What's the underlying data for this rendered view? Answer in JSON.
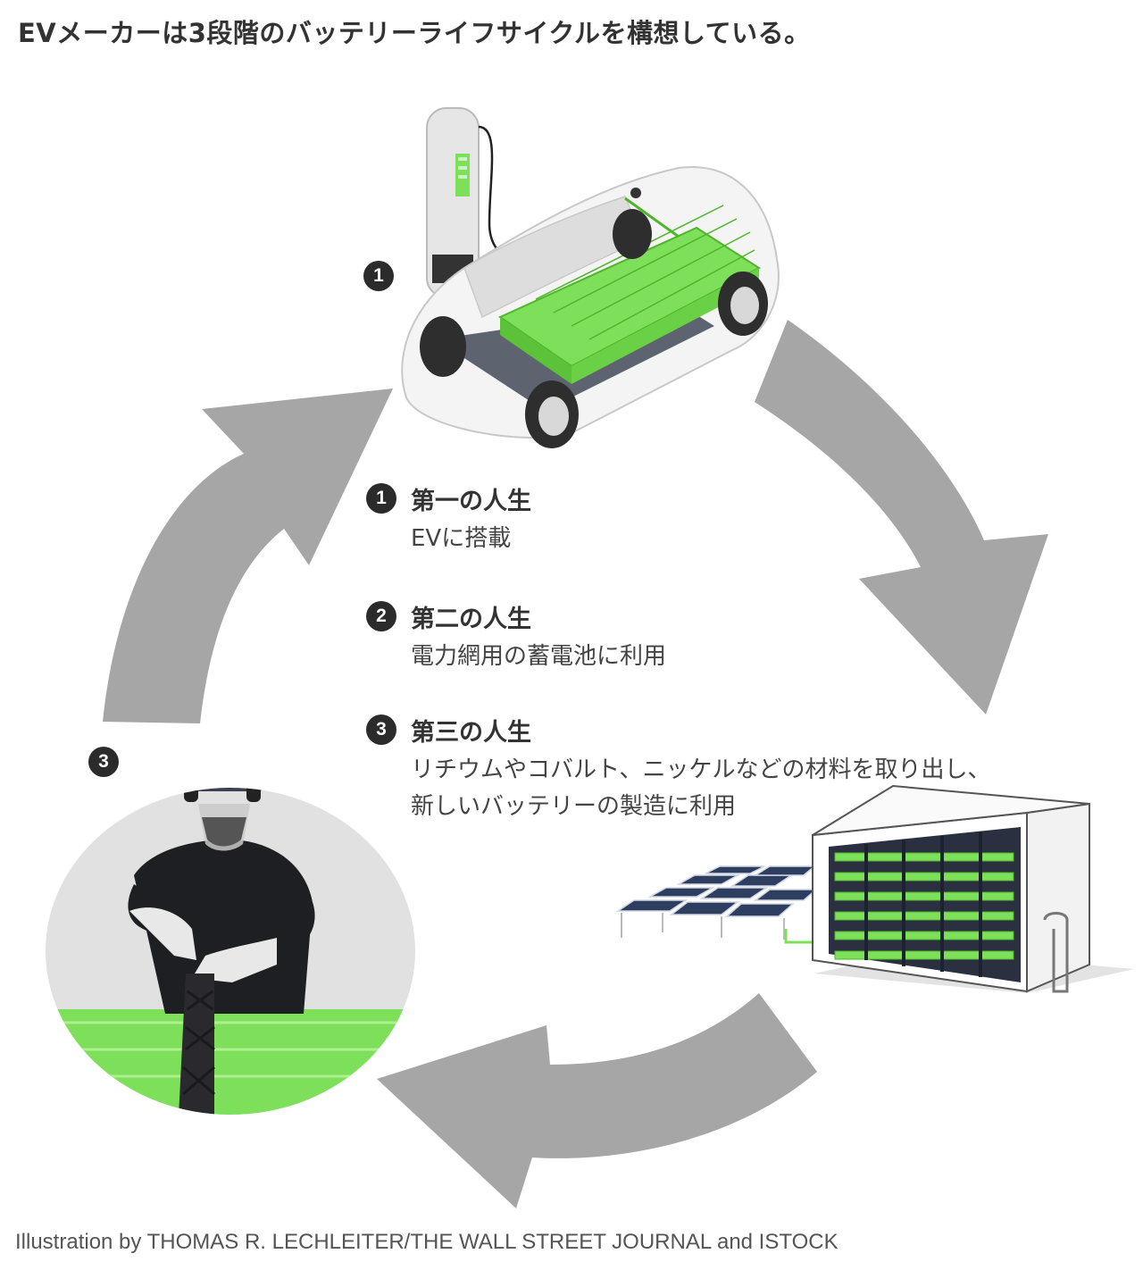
{
  "title": "EVメーカーは3段階のバッテリーライフサイクルを構想している。",
  "stages": [
    {
      "number": "1",
      "name": "第一の人生",
      "desc": [
        "EVに搭載"
      ]
    },
    {
      "number": "2",
      "name": "第二の人生",
      "desc": [
        "電力網用の蓄電池に利用"
      ]
    },
    {
      "number": "3",
      "name": "第三の人生",
      "desc": [
        "リチウムやコバルト、ニッケルなどの材料を取り出し、",
        "新しいバッテリーの製造に利用"
      ]
    }
  ],
  "illustration_markers": {
    "car": "1",
    "recycling": "3"
  },
  "credit": "Illustration by THOMAS R.  LECHLEITER/THE WALL STREET JOURNAL and ISTOCK",
  "colors": {
    "accent_green": "#7ee05a",
    "arrow_gray": "#a6a6a6",
    "badge": "#2b2b2b",
    "text": "#333333"
  }
}
